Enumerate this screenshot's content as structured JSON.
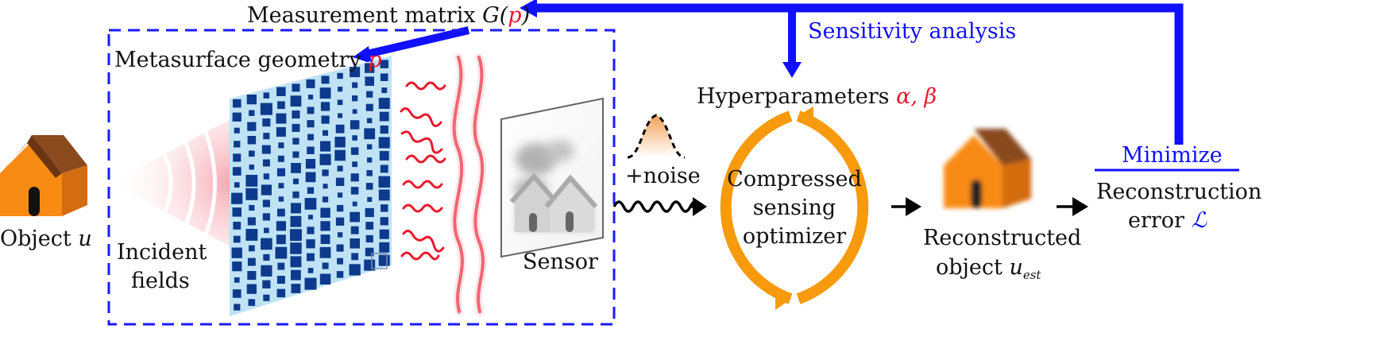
{
  "labels": {
    "measurement_matrix": "Measurement matrix",
    "measurement_matrix_symbol": "G(",
    "measurement_matrix_p": "p",
    "measurement_matrix_close": ")",
    "sensitivity_analysis": "Sensitivity analysis",
    "metasurface_geometry": "Metasurface geometry",
    "metasurface_p": "p",
    "hyperparameters": "Hyperparameters",
    "hyperparameters_symbols": "α, β",
    "noise": "+noise",
    "optimizer_line1": "Compressed",
    "optimizer_line2": "sensing",
    "optimizer_line3": "optimizer",
    "object": "Object",
    "object_symbol": "u",
    "incident_line1": "Incident",
    "incident_line2": "fields",
    "sensor": "Sensor",
    "reconstructed_line1": "Reconstructed",
    "reconstructed_line2": "object",
    "reconstructed_symbol": "u",
    "reconstructed_subscript": "est",
    "minimize": "Minimize",
    "reconstruction_line1": "Reconstruction",
    "reconstruction_line2": "error",
    "loss_symbol": "ℒ"
  },
  "colors": {
    "feedback_blue": "#1010ff",
    "dashed_box": "#1a1aff",
    "optimizer_orange": "#f79a0b",
    "metasurface_bg": "#bfe3f5",
    "metasurface_cell": "#0d3a8c",
    "wave_red": "#e8192c",
    "house_orange": "#f88b13",
    "roof_brown": "#8a4a1e"
  },
  "icons": {
    "object": "house-icon",
    "reconstructed": "house-icon",
    "noise": "gaussian-icon"
  }
}
